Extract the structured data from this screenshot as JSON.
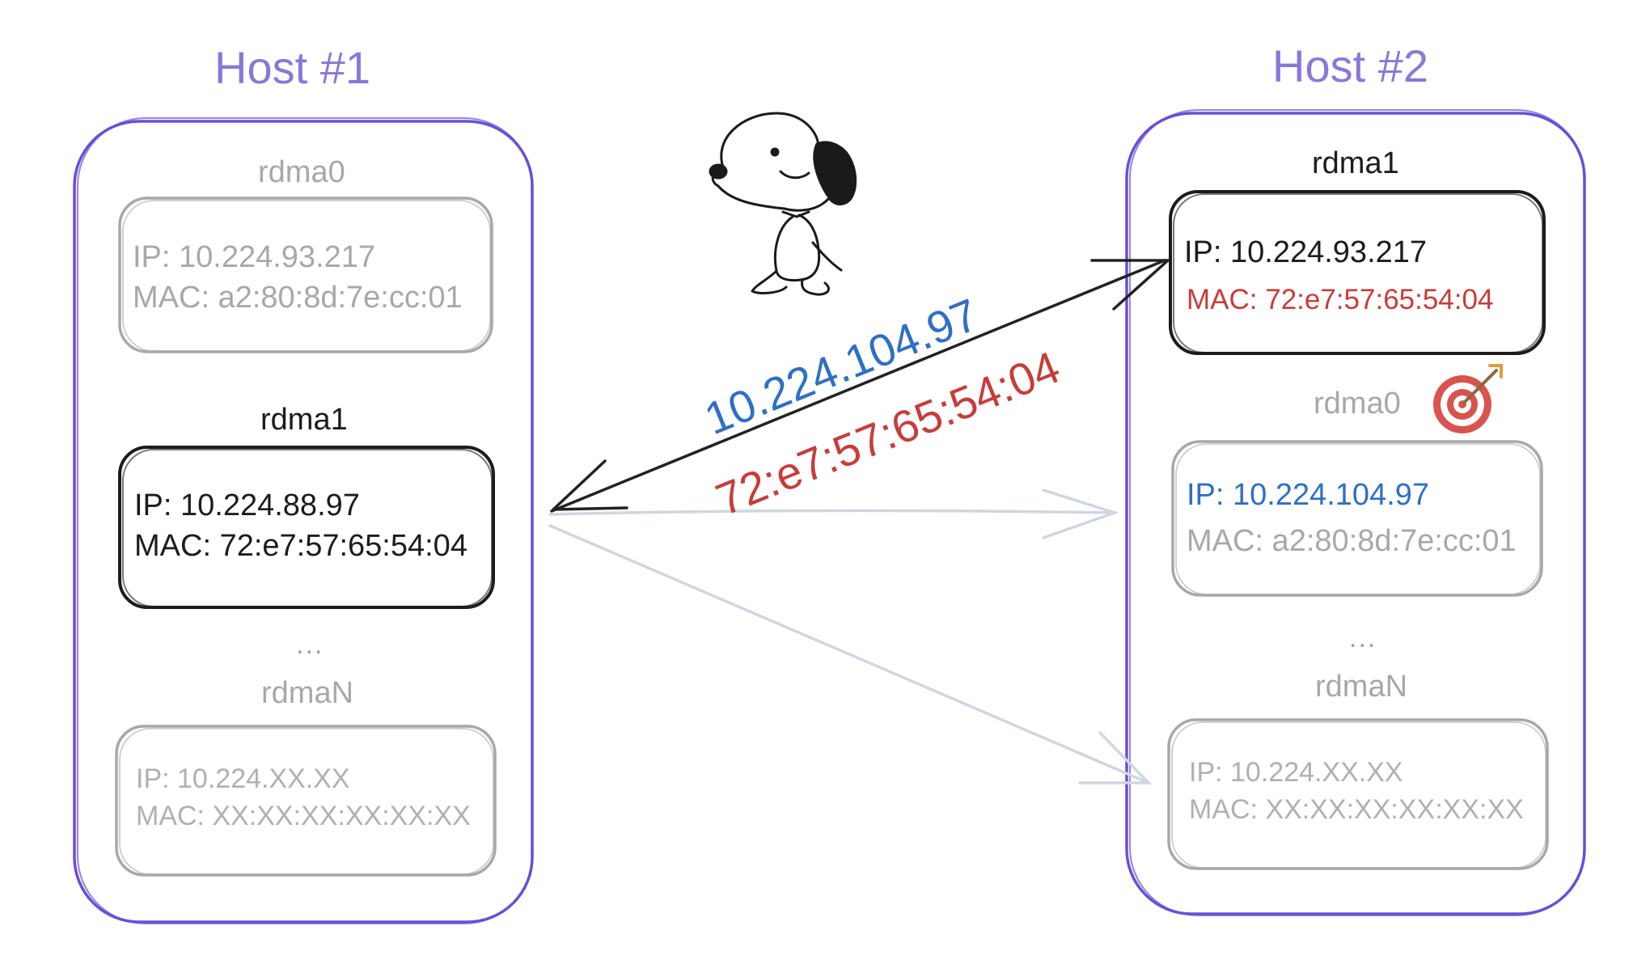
{
  "colors": {
    "host_border": "#6a4fd6",
    "host_title": "#8a78d8",
    "active_border": "#1c1c1c",
    "dim_border": "#a8a8a8",
    "blue": "#2f6fc4",
    "red": "#c63d3a",
    "faint_arrow": "#d0d6e0"
  },
  "host1": {
    "title": "Host #1",
    "rdma0": {
      "name": "rdma0",
      "ip": "IP: 10.224.93.217",
      "mac": "MAC: a2:80:8d:7e:cc:01"
    },
    "rdma1": {
      "name": "rdma1",
      "ip": "IP: 10.224.88.97",
      "mac": "MAC: 72:e7:57:65:54:04"
    },
    "ellipsis": "...",
    "rdmaN": {
      "name": "rdmaN",
      "ip": "IP: 10.224.XX.XX",
      "mac": "MAC: XX:XX:XX:XX:XX:XX"
    }
  },
  "host2": {
    "title": "Host #2",
    "rdma1": {
      "name": "rdma1",
      "ip": "IP: 10.224.93.217",
      "mac": "MAC: 72:e7:57:65:54:04"
    },
    "rdma0": {
      "name": "rdma0",
      "ip": "IP: 10.224.104.97",
      "mac": "MAC: a2:80:8d:7e:cc:01"
    },
    "ellipsis": "...",
    "rdmaN": {
      "name": "rdmaN",
      "ip": "IP: 10.224.XX.XX",
      "mac": "MAC: XX:XX:XX:XX:XX:XX"
    }
  },
  "link": {
    "ip_label": "10.224.104.97",
    "mac_label": "72:e7:57:65:54:04"
  },
  "icons": {
    "mascot": "snoopy-icon",
    "target": "target-icon"
  }
}
